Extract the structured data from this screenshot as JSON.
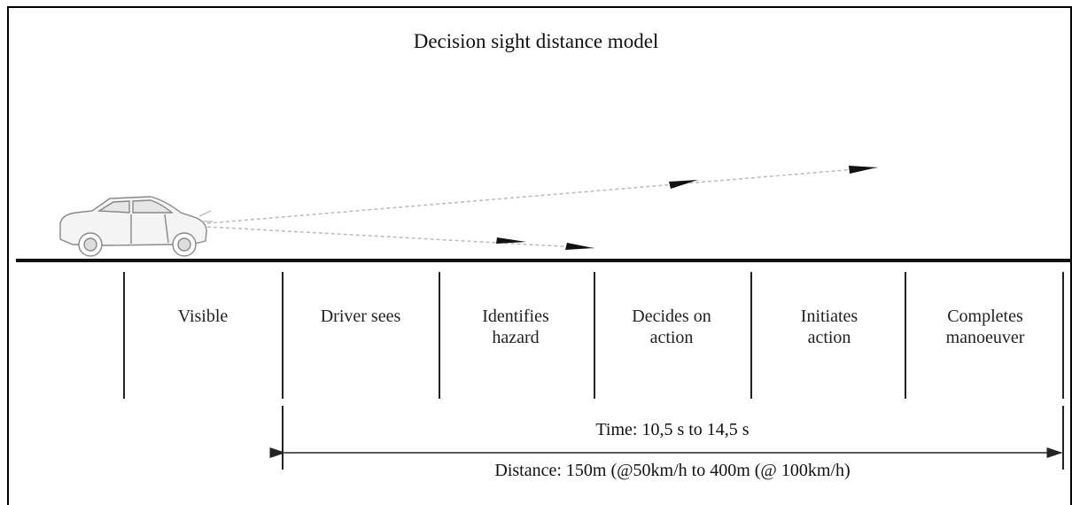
{
  "title": "Decision sight distance model",
  "stages": [
    "Visible",
    "Driver sees",
    "Identifies\nhazard",
    "Decides on\naction",
    "Initiates\naction",
    "Completes\nmanoeuver"
  ],
  "time_label": "Time: 10,5 s to 14,5 s",
  "distance_label": "Distance: 150m (@50km/h to 400m (@ 100km/h)"
}
